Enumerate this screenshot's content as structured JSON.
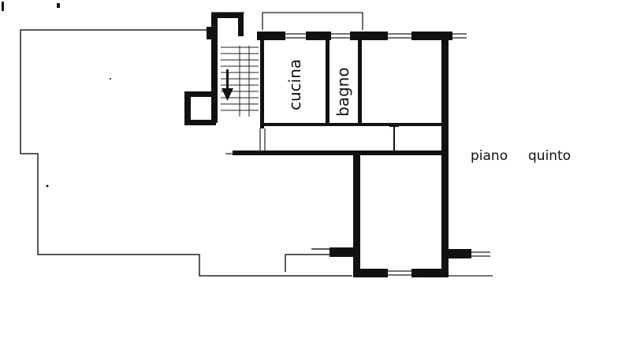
{
  "plan": {
    "rooms": {
      "kitchen": "cucina",
      "bathroom": "bagno"
    },
    "floor_label": {
      "word1": "piano",
      "word2": "quinto"
    },
    "colors": {
      "wall": "#111111",
      "line": "#222222",
      "background": "#ffffff"
    }
  }
}
